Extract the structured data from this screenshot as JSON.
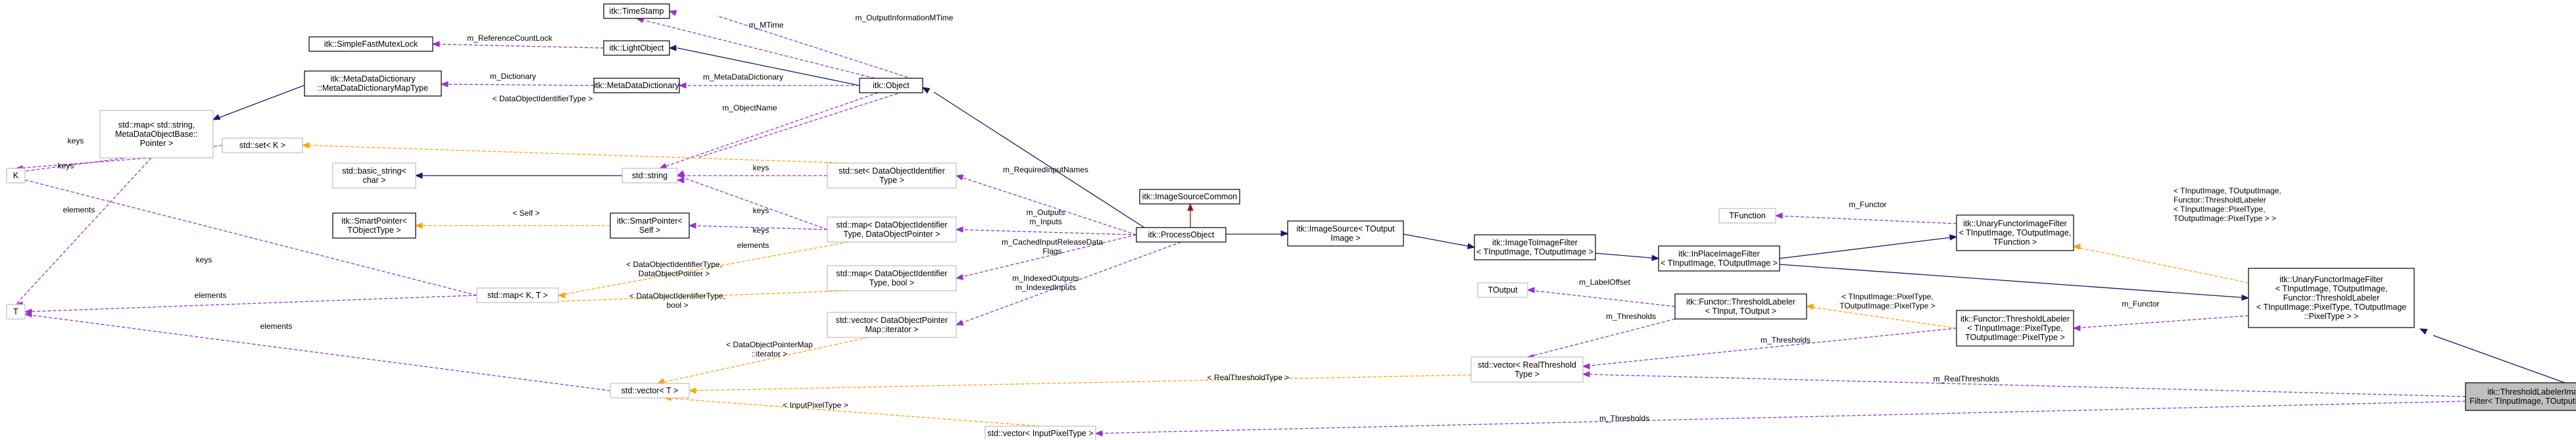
{
  "colors": {
    "inherit": "#191970",
    "use": "#9a32cd",
    "template": "#ffa500",
    "dependency": "#8b1a1a",
    "focus_fill": "#bfbfbf",
    "missing_border": "#bfbfbf"
  },
  "nodes": [
    {
      "id": "timestamp",
      "lines": [
        "itk::TimeStamp"
      ]
    },
    {
      "id": "simplefastmutexlock",
      "lines": [
        "itk::SimpleFastMutexLock"
      ]
    },
    {
      "id": "lightobject",
      "lines": [
        "itk::LightObject"
      ]
    },
    {
      "id": "metadatadictionarymaptype",
      "lines": [
        "itk::MetaDataDictionary",
        "::MetaDataDictionaryMapType"
      ]
    },
    {
      "id": "metadatadictionary",
      "lines": [
        "itk::MetaDataDictionary"
      ]
    },
    {
      "id": "object",
      "lines": [
        "itk::Object"
      ]
    },
    {
      "id": "stdmap_string",
      "lines": [
        "std::map< std::string,",
        "MetaDataObjectBase::",
        "Pointer >"
      ]
    },
    {
      "id": "stdset_k",
      "lines": [
        "std::set< K >"
      ]
    },
    {
      "id": "k",
      "lines": [
        "K"
      ]
    },
    {
      "id": "basic_string",
      "lines": [
        "std::basic_string<",
        "char >"
      ]
    },
    {
      "id": "stdstring",
      "lines": [
        "std::string"
      ]
    },
    {
      "id": "set_dataobjectidentifier",
      "lines": [
        "std::set< DataObjectIdentifier",
        "Type >"
      ]
    },
    {
      "id": "imagesourcecommon",
      "lines": [
        "itk::ImageSourceCommon"
      ]
    },
    {
      "id": "smartpointer_tobject",
      "lines": [
        "itk::SmartPointer<",
        "TObjectType >"
      ]
    },
    {
      "id": "smartpointer_self",
      "lines": [
        "itk::SmartPointer<",
        "Self >"
      ]
    },
    {
      "id": "map_dataobject_pointer",
      "lines": [
        "std::map< DataObjectIdentifier",
        "Type, DataObjectPointer >"
      ]
    },
    {
      "id": "processobject",
      "lines": [
        "itk::ProcessObject"
      ]
    },
    {
      "id": "imagesource",
      "lines": [
        "itk::ImageSource< TOutput",
        "Image >"
      ]
    },
    {
      "id": "map_dataobject_bool",
      "lines": [
        "std::map< DataObjectIdentifier",
        "Type, bool >"
      ]
    },
    {
      "id": "map_kt",
      "lines": [
        "std::map< K, T >"
      ]
    },
    {
      "id": "t",
      "lines": [
        "T"
      ]
    },
    {
      "id": "vector_iterator",
      "lines": [
        "std::vector< DataObjectPointer",
        "Map::iterator >"
      ]
    },
    {
      "id": "vector_t",
      "lines": [
        "std::vector< T >"
      ]
    },
    {
      "id": "imagetoimagefilter",
      "lines": [
        "itk::ImageToImageFilter",
        "< TInputImage, TOutputImage >"
      ]
    },
    {
      "id": "inplaceimagefilter",
      "lines": [
        "itk::InPlaceImageFilter",
        "< TInputImage, TOutputImage >"
      ]
    },
    {
      "id": "tfunction",
      "lines": [
        "TFunction"
      ]
    },
    {
      "id": "unaryfunctor_tfunction",
      "lines": [
        "itk::UnaryFunctorImageFilter",
        "< TInputImage, TOutputImage,",
        "TFunction >"
      ]
    },
    {
      "id": "toutput",
      "lines": [
        "TOutput"
      ]
    },
    {
      "id": "thresholdlabeler_tinput",
      "lines": [
        "itk::Functor::ThresholdLabeler",
        "< TInput, TOutput >"
      ]
    },
    {
      "id": "thresholdlabeler_pixel",
      "lines": [
        "itk::Functor::ThresholdLabeler",
        "< TInputImage::PixelType,",
        "TOutputImage::PixelType >"
      ]
    },
    {
      "id": "unaryfunctor_full",
      "lines": [
        "itk::UnaryFunctorImageFilter",
        "< TInputImage, TOutputImage,",
        "Functor::ThresholdLabeler",
        "< TInputImage::PixelType, TOutputImage",
        "::PixelType > >"
      ]
    },
    {
      "id": "vector_realthreshold",
      "lines": [
        "std::vector< RealThreshold",
        "Type >"
      ]
    },
    {
      "id": "vector_inputpixel",
      "lines": [
        "std::vector< InputPixelType >"
      ]
    },
    {
      "id": "thresholdlabelerimagefilter",
      "lines": [
        "itk::ThresholdLabelerImage",
        "Filter< TInputImage, TOutputImage >"
      ]
    }
  ],
  "edge_labels": [
    {
      "id": "lbl_mtime",
      "lines": [
        "m_MTime"
      ]
    },
    {
      "id": "lbl_outputinfomtime",
      "lines": [
        "m_OutputInformationMTime"
      ]
    },
    {
      "id": "lbl_refcountlock",
      "lines": [
        "m_ReferenceCountLock"
      ]
    },
    {
      "id": "lbl_dictionary",
      "lines": [
        "m_Dictionary"
      ]
    },
    {
      "id": "lbl_metadatadictionary",
      "lines": [
        "m_MetaDataDictionary"
      ]
    },
    {
      "id": "lbl_dataobjectidtype",
      "lines": [
        "< DataObjectIdentifierType >"
      ]
    },
    {
      "id": "lbl_objectname",
      "lines": [
        "m_ObjectName"
      ]
    },
    {
      "id": "lbl_keys_map_to_string",
      "lines": [
        "keys"
      ]
    },
    {
      "id": "lbl_keys_k",
      "lines": [
        "keys"
      ]
    },
    {
      "id": "lbl_elements_t_left",
      "lines": [
        "elements"
      ]
    },
    {
      "id": "lbl_keys_set_string",
      "lines": [
        "keys"
      ]
    },
    {
      "id": "lbl_requiredinputnames",
      "lines": [
        "m_RequiredInputNames"
      ]
    },
    {
      "id": "lbl_self",
      "lines": [
        "< Self >"
      ]
    },
    {
      "id": "lbl_keys_map_string",
      "lines": [
        "keys"
      ]
    },
    {
      "id": "lbl_elements_sp",
      "lines": [
        "elements"
      ]
    },
    {
      "id": "lbl_outputs_inputs",
      "lines": [
        "m_Outputs",
        "m_Inputs"
      ]
    },
    {
      "id": "lbl_cachedinputrelease",
      "lines": [
        "m_CachedInputReleaseData",
        "Flags"
      ]
    },
    {
      "id": "lbl_keys_bool",
      "lines": [
        "keys"
      ]
    },
    {
      "id": "lbl_keys_mapkt",
      "lines": [
        "keys"
      ]
    },
    {
      "id": "lbl_elements_mapkt",
      "lines": [
        "elements"
      ]
    },
    {
      "id": "lbl_map_pointer_tmpl",
      "lines": [
        "< DataObjectIdentifierType,",
        "DataObjectPointer >"
      ]
    },
    {
      "id": "lbl_map_bool_tmpl",
      "lines": [
        "< DataObjectIdentifierType,",
        "bool >"
      ]
    },
    {
      "id": "lbl_indexedoutputs",
      "lines": [
        "m_IndexedOutputs",
        "m_IndexedInputs"
      ]
    },
    {
      "id": "lbl_vector_iter_tmpl",
      "lines": [
        "< DataObjectPointerMap",
        "::iterator >"
      ]
    },
    {
      "id": "lbl_elements_vector",
      "lines": [
        "elements"
      ]
    },
    {
      "id": "lbl_realthreshold_tmpl",
      "lines": [
        "< RealThresholdType >"
      ]
    },
    {
      "id": "lbl_inputpixel_tmpl",
      "lines": [
        "< InputPixelType >"
      ]
    },
    {
      "id": "lbl_functor_top",
      "lines": [
        "m_Functor"
      ]
    },
    {
      "id": "lbl_functor_tmpl_top",
      "lines": [
        "< TInputImage, TOutputImage,",
        "Functor::ThresholdLabeler",
        "< TInputImage::PixelType,",
        "TOutputImage::PixelType > >"
      ]
    },
    {
      "id": "lbl_labeloffset",
      "lines": [
        "m_LabelOffset"
      ]
    },
    {
      "id": "lbl_thresholds_left",
      "lines": [
        "m_Thresholds"
      ]
    },
    {
      "id": "lbl_tinput_tmpl",
      "lines": [
        "< TInputImage::PixelType,",
        "TOutputImage::PixelType >"
      ]
    },
    {
      "id": "lbl_thresholds_mid",
      "lines": [
        "m_Thresholds"
      ]
    },
    {
      "id": "lbl_functor_mid",
      "lines": [
        "m_Functor"
      ]
    },
    {
      "id": "lbl_realthresholds",
      "lines": [
        "m_RealThresholds"
      ]
    },
    {
      "id": "lbl_thresholds_bottom",
      "lines": [
        "m_Thresholds"
      ]
    }
  ]
}
